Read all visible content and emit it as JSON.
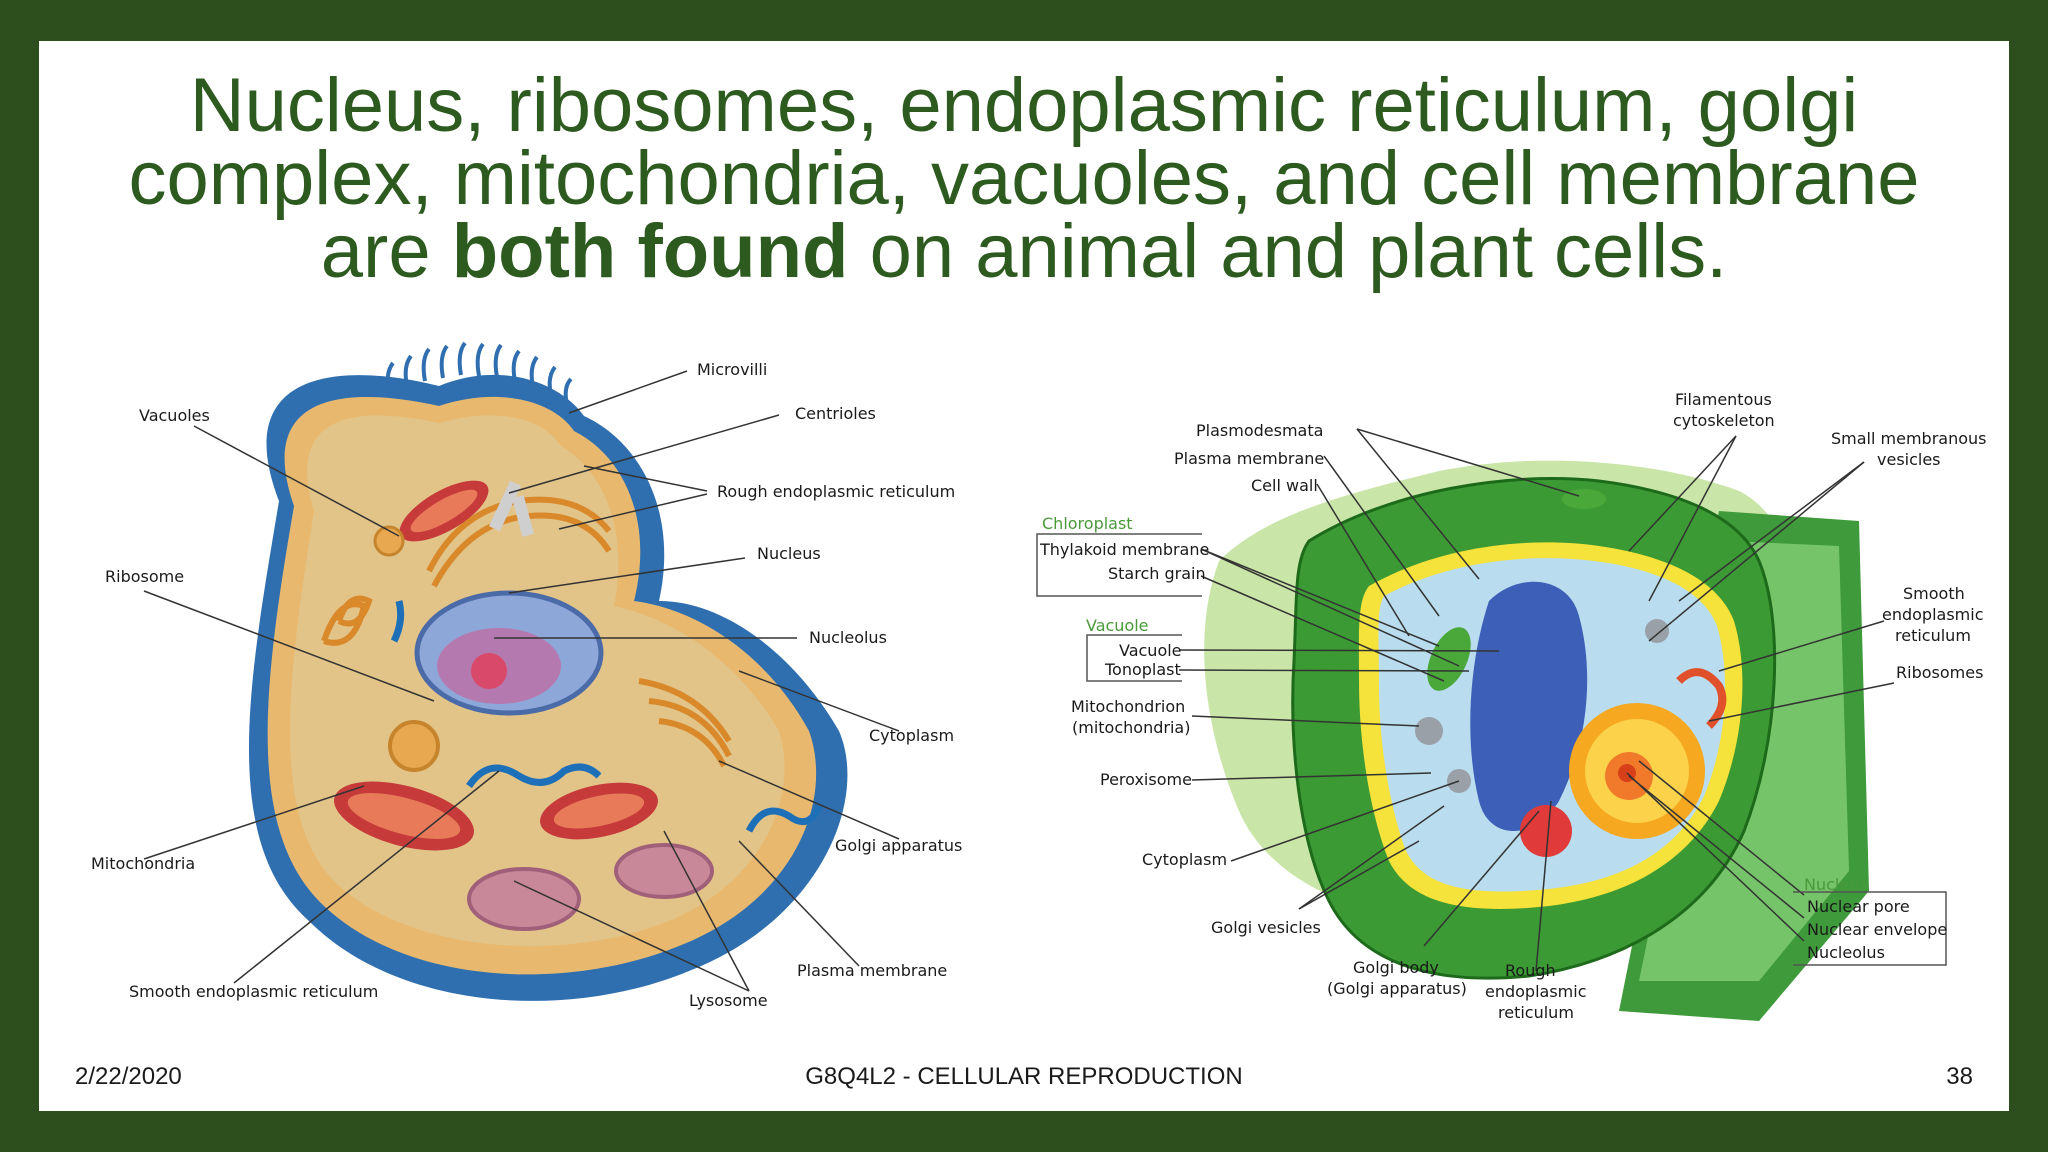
{
  "slide": {
    "title_part1": "Nucleus, ribosomes, endoplasmic reticulum, golgi complex, mitochondria, vacuoles, and cell membrane are ",
    "title_bold": "both found",
    "title_part2": " on animal and plant cells."
  },
  "animal_cell": {
    "labels": {
      "microvilli": "Microvilli",
      "vacuoles": "Vacuoles",
      "centrioles": "Centrioles",
      "rough_er": "Rough endoplasmic reticulum",
      "nucleus": "Nucleus",
      "ribosome": "Ribosome",
      "nucleolus": "Nucleolus",
      "cytoplasm": "Cytoplasm",
      "mitochondria": "Mitochondria",
      "golgi": "Golgi apparatus",
      "plasma_membrane": "Plasma membrane",
      "smooth_er": "Smooth endoplasmic reticulum",
      "lysosome": "Lysosome"
    }
  },
  "plant_cell": {
    "labels": {
      "plasmodesmata": "Plasmodesmata",
      "plasma_membrane": "Plasma membrane",
      "cell_wall": "Cell wall",
      "chloroplast": "Chloroplast",
      "thylakoid": "Thylakoid membrane",
      "starch": "Starch grain",
      "vacuole_group": "Vacuole",
      "vacuole": "Vacuole",
      "tonoplast": "Tonoplast",
      "mito_1": "Mitochondrion",
      "mito_2": "(mitochondria)",
      "peroxisome": "Peroxisome",
      "cytoplasm": "Cytoplasm",
      "golgi_vesicles": "Golgi vesicles",
      "golgi_body_1": "Golgi body",
      "golgi_body_2": "(Golgi apparatus)",
      "rough_er_1": "Rough",
      "rough_er_2": "endoplasmic",
      "rough_er_3": "reticulum",
      "filamentous_1": "Filamentous",
      "filamentous_2": "cytoskeleton",
      "small_vesicles_1": "Small membranous",
      "small_vesicles_2": "vesicles",
      "smooth_er_1": "Smooth",
      "smooth_er_2": "endoplasmic",
      "smooth_er_3": "reticulum",
      "ribosomes": "Ribosomes",
      "nucleus_group": "Nucleus",
      "nuclear_pore": "Nuclear pore",
      "nuclear_envelope": "Nuclear envelope",
      "nucleolus": "Nucleolus"
    }
  },
  "footer": {
    "date": "2/22/2020",
    "course": "G8Q4L2 - CELLULAR REPRODUCTION",
    "page": "38"
  }
}
